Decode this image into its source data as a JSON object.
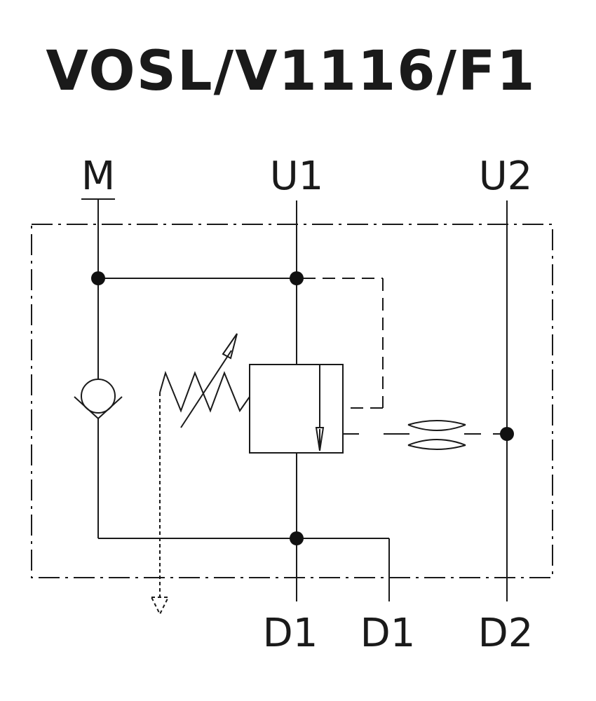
{
  "title": "VOSL/V1116/F1",
  "ports": {
    "m": "M",
    "u1": "U1",
    "u2": "U2",
    "d1_left": "D1",
    "d1_right": "D1",
    "d2": "D2"
  },
  "colors": {
    "line": "#1a1a1a",
    "background": "#ffffff"
  },
  "symbols": [
    "check-valve-icon",
    "adjustable-spring-icon",
    "valve-body-icon",
    "throttle-orifice-icon",
    "drain-arrow-icon"
  ]
}
